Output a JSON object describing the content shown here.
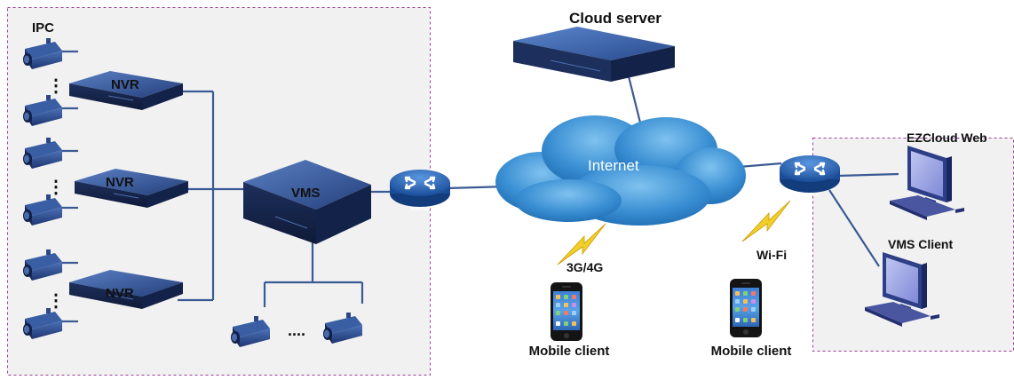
{
  "labels": {
    "ipc": "IPC",
    "nvr_1": "NVR",
    "nvr_2": "NVR",
    "nvr_3": "NVR",
    "vms": "VMS",
    "cloud_server": "Cloud server",
    "internet": "Internet",
    "router_left": "ROUTER",
    "router_right": "ROUTER",
    "mobile_network": "3G/4G",
    "wifi": "Wi-Fi",
    "mobile_client_1": "Mobile client",
    "mobile_client_2": "Mobile client",
    "ezcloud_web": "EZCloud Web",
    "vms_client": "VMS Client",
    "cameras_ellipsis": "....",
    "ipc_ellipsis_1": "⋮",
    "ipc_ellipsis_2": "⋮",
    "ipc_ellipsis_3": "⋮"
  },
  "colors": {
    "line": "#3a5a94",
    "region_border": "#9b3c9b",
    "region_fill": "#f1f1f2",
    "device_dark": "#1b2b56",
    "device_mid": "#2c4886",
    "device_light": "#3f66b0",
    "cloud": "#3a8fd3",
    "router": "#2a63b5",
    "lightning": "#e9c421"
  }
}
